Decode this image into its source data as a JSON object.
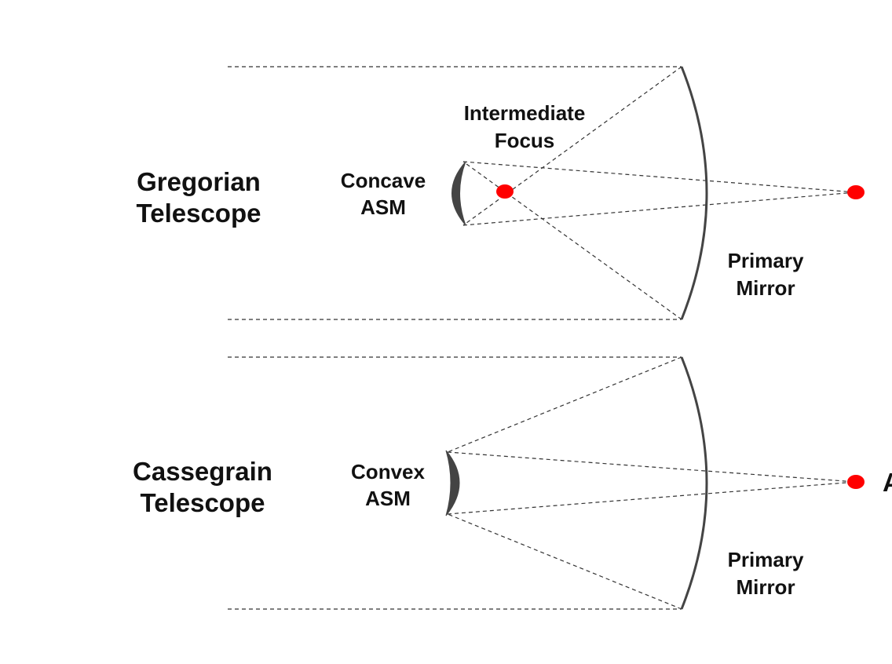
{
  "colors": {
    "line": "#333333",
    "mirror": "#444444",
    "focus": "#ff0000",
    "text": "#111111"
  },
  "gregorian": {
    "title_line1": "Gregorian",
    "title_line2": "Telescope",
    "secondary_line1": "Concave",
    "secondary_line2": "ASM",
    "intermediate_line1": "Intermediate",
    "intermediate_line2": "Focus",
    "primary_line1": "Primary",
    "primary_line2": "Mirror"
  },
  "cassegrain": {
    "title_line1": "Cassegrain",
    "title_line2": "Telescope",
    "secondary_line1": "Convex",
    "secondary_line2": "ASM",
    "primary_line1": "Primary",
    "primary_line2": "Mirror",
    "focus_label": "A"
  }
}
